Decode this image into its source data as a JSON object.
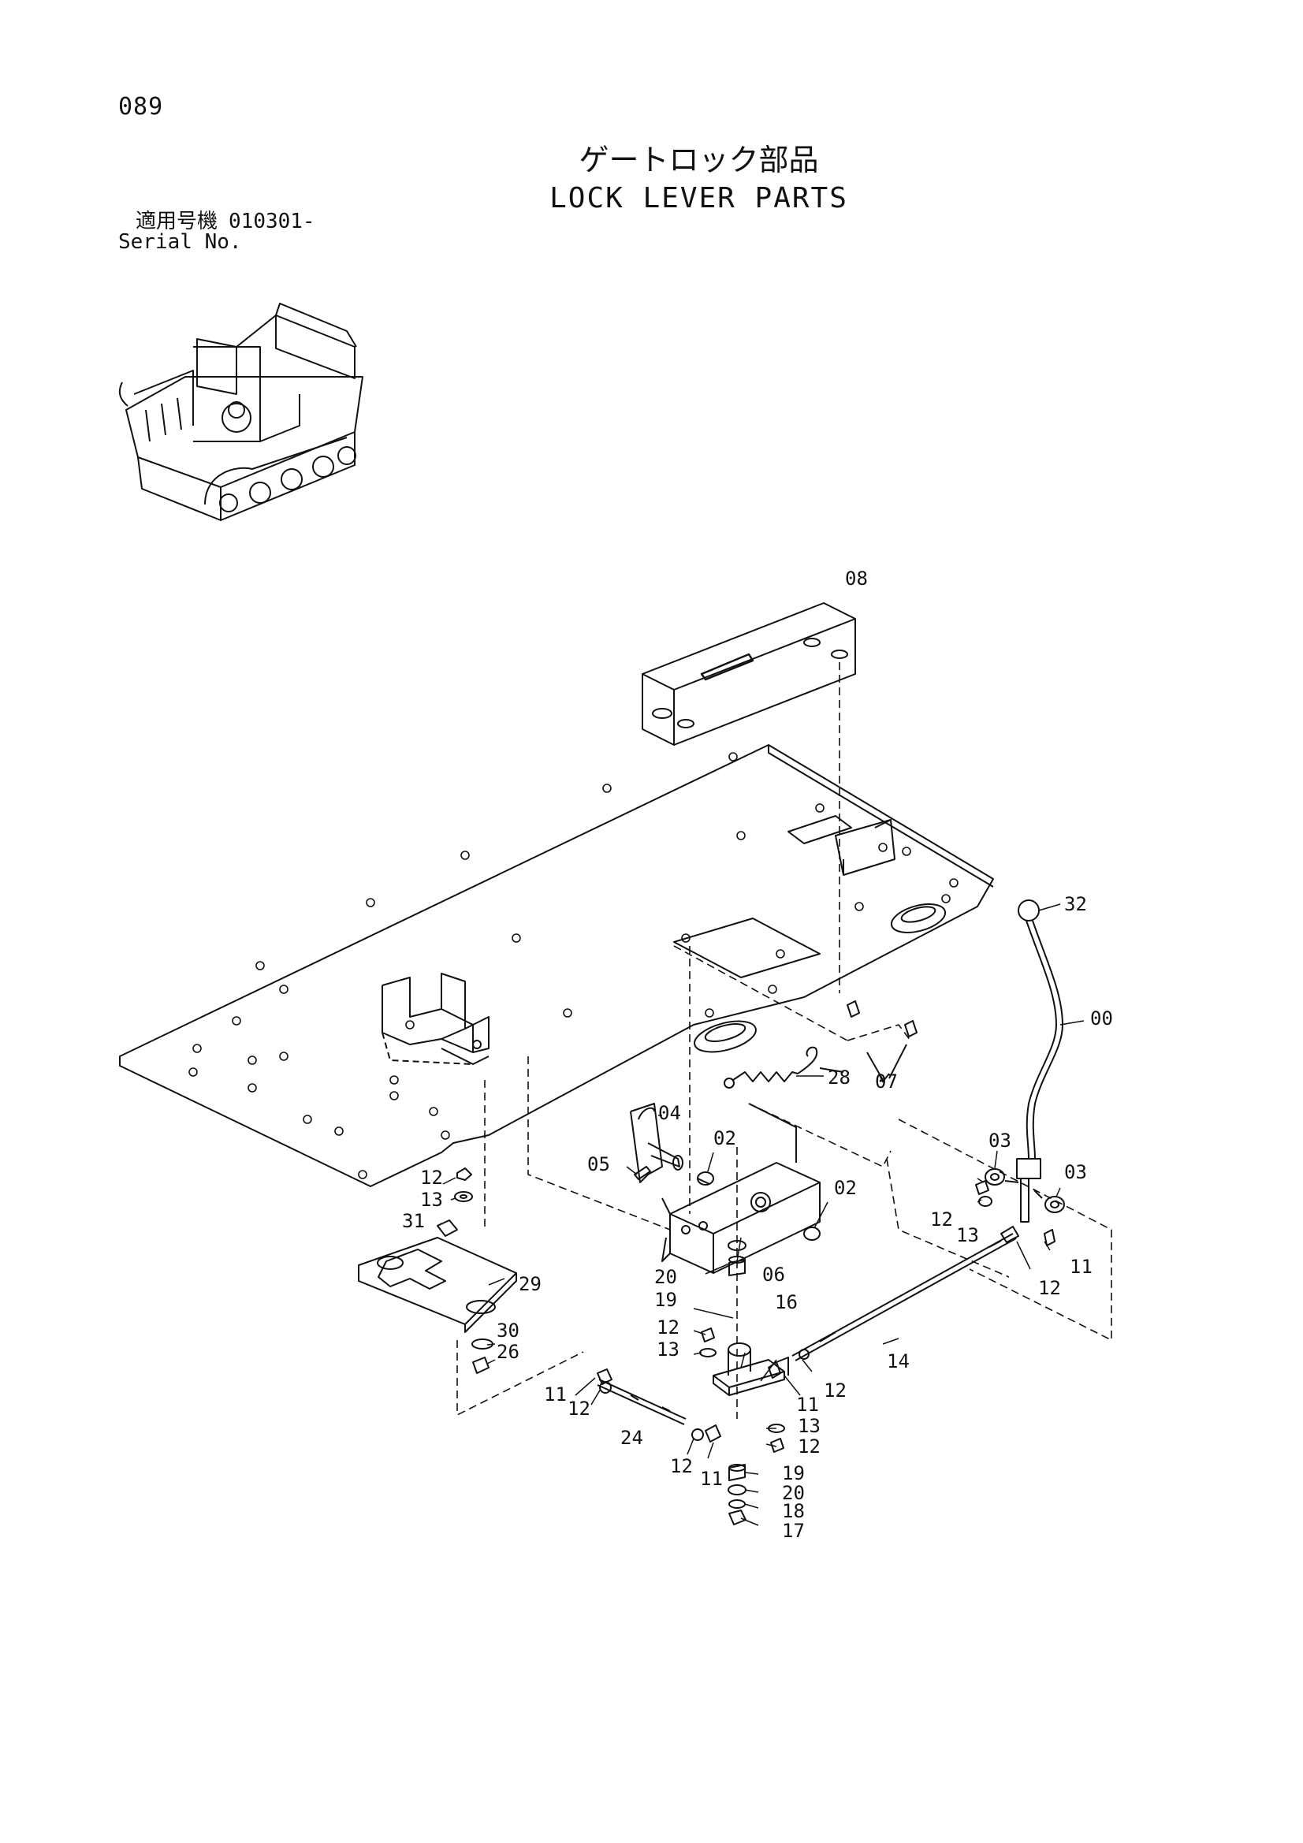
{
  "page_number": "089",
  "title_jp": "ゲートロック部品",
  "title_en": "LOCK LEVER PARTS",
  "serial": {
    "label_jp": "適用号機",
    "value": "010301-",
    "label_en": "Serial No."
  },
  "callouts": {
    "c08": "08",
    "c32": "32",
    "c00": "00",
    "c07": "07",
    "c28": "28",
    "c04": "04",
    "c02a": "02",
    "c05": "05",
    "c02b": "02",
    "c06": "06",
    "c03a": "03",
    "c03b": "03",
    "c12a": "12",
    "c13a": "13",
    "c11a": "11",
    "c12b": "12",
    "c12c": "12",
    "c13c": "13",
    "c31": "31",
    "c29": "29",
    "c30": "30",
    "c26": "26",
    "c20a": "20",
    "c19a": "19",
    "c16": "16",
    "c12d": "12",
    "c13d": "13",
    "c14": "14",
    "c12e": "12",
    "c11b": "11",
    "c13e": "13",
    "c12f": "12",
    "c11c": "11",
    "c12g": "12",
    "c24": "24",
    "c12h": "12",
    "c11d": "11",
    "c19b": "19",
    "c20b": "20",
    "c18": "18",
    "c17": "17"
  }
}
